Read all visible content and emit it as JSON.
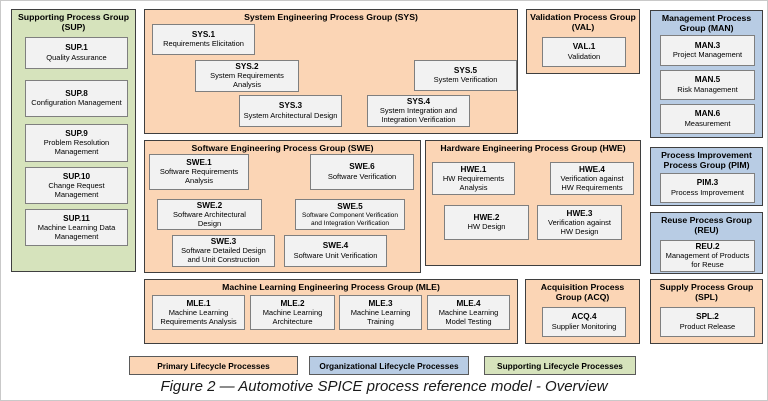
{
  "caption": "Figure 2 — Automotive SPICE process reference model - Overview",
  "colors": {
    "primary": "#FBD5B5",
    "organizational": "#B8CCE4",
    "supporting": "#D6E3BC",
    "process_box": "#F2F2F2"
  },
  "groups": {
    "sup": {
      "title": "Supporting Process Group (SUP)",
      "category": "supporting",
      "boxes": [
        {
          "code": "SUP.1",
          "name": "Quality Assurance"
        },
        {
          "code": "SUP.8",
          "name": "Configuration Management"
        },
        {
          "code": "SUP.9",
          "name": "Problem Resolution Management"
        },
        {
          "code": "SUP.10",
          "name": "Change Request Management"
        },
        {
          "code": "SUP.11",
          "name": "Machine Learning Data Management"
        }
      ]
    },
    "sys": {
      "title": "System Engineering Process Group (SYS)",
      "category": "primary",
      "boxes": [
        {
          "code": "SYS.1",
          "name": "Requirements Elicitation"
        },
        {
          "code": "SYS.2",
          "name": "System Requirements Analysis"
        },
        {
          "code": "SYS.3",
          "name": "System Architectural Design"
        },
        {
          "code": "SYS.4",
          "name": "System Integration and Integration Verification"
        },
        {
          "code": "SYS.5",
          "name": "System Verification"
        }
      ]
    },
    "val": {
      "title": "Validation Process Group (VAL)",
      "category": "primary",
      "boxes": [
        {
          "code": "VAL.1",
          "name": "Validation"
        }
      ]
    },
    "man": {
      "title": "Management Process Group (MAN)",
      "category": "organizational",
      "boxes": [
        {
          "code": "MAN.3",
          "name": "Project Management"
        },
        {
          "code": "MAN.5",
          "name": "Risk Management"
        },
        {
          "code": "MAN.6",
          "name": "Measurement"
        }
      ]
    },
    "swe": {
      "title": "Software Engineering Process Group (SWE)",
      "category": "primary",
      "boxes": [
        {
          "code": "SWE.1",
          "name": "Software Requirements Analysis"
        },
        {
          "code": "SWE.2",
          "name": "Software Architectural Design"
        },
        {
          "code": "SWE.3",
          "name": "Software Detailed Design and Unit Construction"
        },
        {
          "code": "SWE.4",
          "name": "Software Unit Verification"
        },
        {
          "code": "SWE.5",
          "name": "Software Component Verification and Integration Verification"
        },
        {
          "code": "SWE.6",
          "name": "Software Verification"
        }
      ]
    },
    "hwe": {
      "title": "Hardware Engineering Process Group (HWE)",
      "category": "primary",
      "boxes": [
        {
          "code": "HWE.1",
          "name": "HW Requirements Analysis"
        },
        {
          "code": "HWE.2",
          "name": "HW Design"
        },
        {
          "code": "HWE.3",
          "name": "Verification against HW Design"
        },
        {
          "code": "HWE.4",
          "name": "Verification against HW Requirements"
        }
      ]
    },
    "pim": {
      "title": "Process Improvement Process Group (PIM)",
      "category": "organizational",
      "boxes": [
        {
          "code": "PIM.3",
          "name": "Process Improvement"
        }
      ]
    },
    "reu": {
      "title": "Reuse Process Group (REU)",
      "category": "organizational",
      "boxes": [
        {
          "code": "REU.2",
          "name": "Management of Products for Reuse"
        }
      ]
    },
    "mle": {
      "title": "Machine Learning Engineering Process Group (MLE)",
      "category": "primary",
      "boxes": [
        {
          "code": "MLE.1",
          "name": "Machine Learning Requirements Analysis"
        },
        {
          "code": "MLE.2",
          "name": "Machine Learning Architecture"
        },
        {
          "code": "MLE.3",
          "name": "Machine Learning Training"
        },
        {
          "code": "MLE.4",
          "name": "Machine Learning Model Testing"
        }
      ]
    },
    "acq": {
      "title": "Acquisition Process Group (ACQ)",
      "category": "primary",
      "boxes": [
        {
          "code": "ACQ.4",
          "name": "Supplier Monitoring"
        }
      ]
    },
    "spl": {
      "title": "Supply Process Group (SPL)",
      "category": "primary",
      "boxes": [
        {
          "code": "SPL.2",
          "name": "Product Release"
        }
      ]
    }
  },
  "legend": [
    {
      "label": "Primary Lifecycle Processes",
      "category": "primary"
    },
    {
      "label": "Organizational Lifecycle Processes",
      "category": "organizational"
    },
    {
      "label": "Supporting Lifecycle Processes",
      "category": "supporting"
    }
  ]
}
